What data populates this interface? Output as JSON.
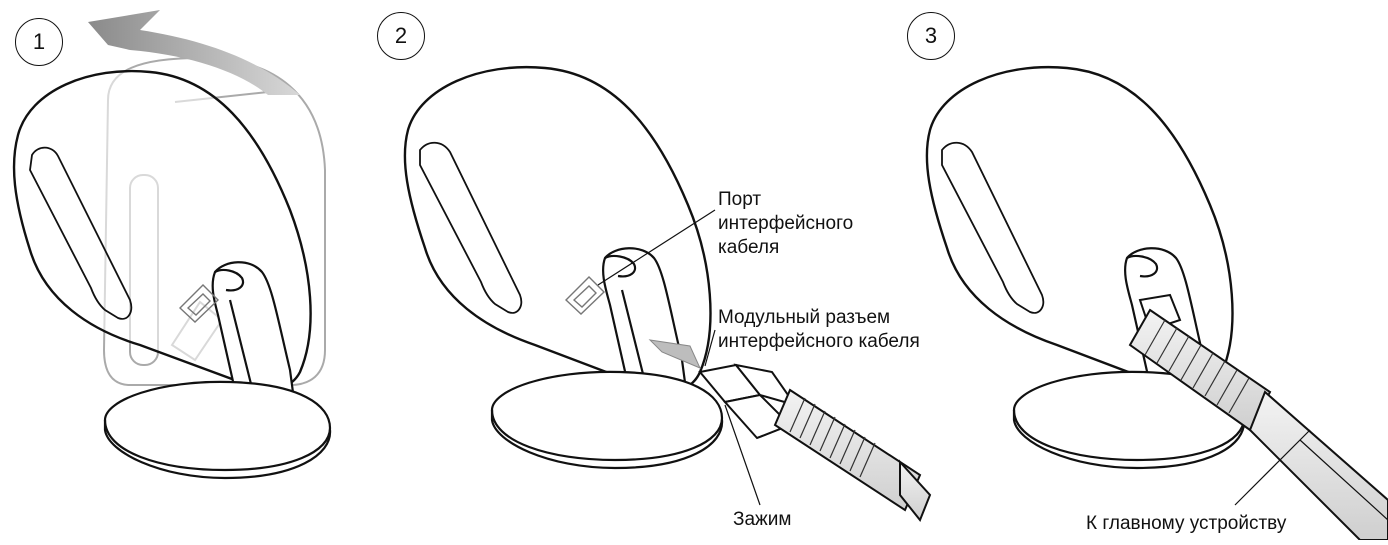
{
  "steps": [
    {
      "number": "1"
    },
    {
      "number": "2"
    },
    {
      "number": "3"
    }
  ],
  "callouts": {
    "port_line1": "Порт",
    "port_line2": "интерфейсного",
    "port_line3": "кабеля",
    "connector_line1": "Модульный разъем",
    "connector_line2": "интерфейсного кабеля",
    "clip": "Зажим",
    "host": "К главному устройству"
  },
  "colors": {
    "outline": "#111111",
    "ghost_outline": "#a9a9a9",
    "arrow_gray": "#9e9e9e",
    "cable_fill": "#e6e6e6"
  }
}
